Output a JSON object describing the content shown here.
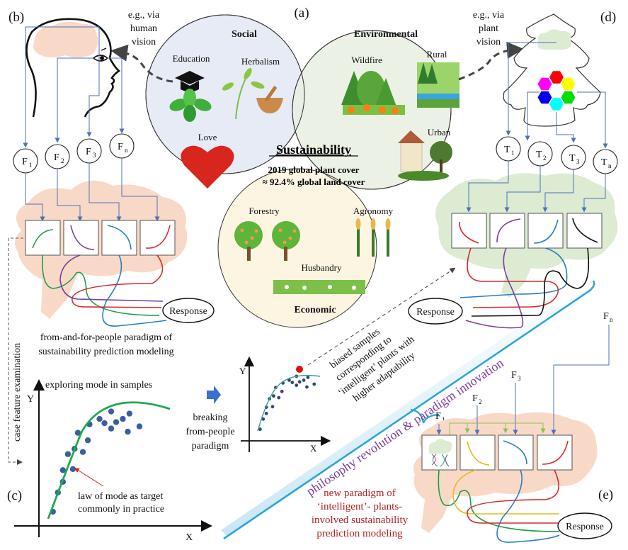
{
  "panels": {
    "a": "(a)",
    "b": "(b)",
    "c": "(c)",
    "d": "(d)",
    "e": "(e)"
  },
  "venn": {
    "social": {
      "title": "Social",
      "items": [
        "Education",
        "Herbalism",
        "Love"
      ],
      "color": "#e6ebf5"
    },
    "environmental": {
      "title": "Environmental",
      "items": [
        "Wildfire",
        "Rural",
        "Urban"
      ],
      "color": "#e8f0e0"
    },
    "economic": {
      "title": "Economic",
      "items": [
        "Forestry",
        "Agronomy",
        "Husbandry"
      ],
      "color": "#fbf3dd"
    },
    "center": {
      "title": "Sustainability",
      "line1": "2019 global plant cover",
      "line2": "≈ 92.4% global land cover"
    }
  },
  "human_vision": {
    "line1": "e.g., via",
    "line2": "human",
    "line3": "vision"
  },
  "plant_vision": {
    "line1": "e.g., via",
    "line2": "plant",
    "line3": "vision"
  },
  "panel_b": {
    "features": [
      {
        "base": "F",
        "sub": "1"
      },
      {
        "base": "F",
        "sub": "2"
      },
      {
        "base": "F",
        "sub": "3"
      },
      {
        "base": "F",
        "sub": "n"
      }
    ],
    "curve_colors": [
      "#1e9e4a",
      "#7b3fa0",
      "#2a7fc0",
      "#d62b2b"
    ],
    "response": "Response",
    "caption_line1": "from-and-for-people paradigm of",
    "caption_line2": "sustainability prediction modeling"
  },
  "panel_d": {
    "traits": [
      {
        "base": "T",
        "sub": "1"
      },
      {
        "base": "T",
        "sub": "2"
      },
      {
        "base": "T",
        "sub": "3"
      },
      {
        "base": "T",
        "sub": "n"
      }
    ],
    "hex_colors": [
      "#ff0000",
      "#ffff00",
      "#00e000",
      "#00ffff",
      "#0000ee",
      "#ff00ff"
    ],
    "curve_colors": [
      "#d62b2b",
      "#7b3fa0",
      "#2a7fc0",
      "#111111"
    ],
    "response": "Response"
  },
  "panel_c": {
    "title": "exploring mode in samples",
    "y_label": "Y",
    "x_label": "X",
    "annotation_line1": "law of mode as target",
    "annotation_line2": "commonly in practice",
    "side_label": "case feature examination"
  },
  "transition": {
    "line1": "breaking",
    "line2": "from-people",
    "line3": "paradigm"
  },
  "biased": {
    "y_label": "Y",
    "x_label": "X",
    "line1": "biased samples",
    "line2": "corresponding to",
    "line3": "‘intelligent’ plants with",
    "line4": "higher adaptability"
  },
  "band_label": "philosophy revolution & paradigm innovation",
  "panel_e": {
    "features": [
      {
        "base": "F",
        "sub": "1"
      },
      {
        "base": "F",
        "sub": "2"
      },
      {
        "base": "F",
        "sub": "3"
      },
      {
        "base": "F",
        "sub": "n"
      }
    ],
    "curve_colors": [
      "#1e9e4a",
      "#e8b920",
      "#2a7fc0",
      "#d62b2b"
    ],
    "response": "Response",
    "caption_line1": "new paradigm of",
    "caption_line2": "‘intelligent’- plants-",
    "caption_line3": "involved sustainability",
    "caption_line4": "prediction modeling"
  },
  "colors": {
    "connector": "#4a72b8",
    "brain": "#f8d9c8",
    "tree_canopy": "#dcebd2",
    "band": "#2aa6d8",
    "sample_dot": "#3a5f9e",
    "fit_line": "#1faa4f",
    "highlight": "#e01010"
  },
  "chart_data": [
    {
      "type": "scatter",
      "title": "exploring mode in samples",
      "xlabel": "X",
      "ylabel": "Y",
      "note": "qualitative sketch, no tick values shown; values in relative units 0-1",
      "points": [
        [
          0.05,
          0.08
        ],
        [
          0.08,
          0.26
        ],
        [
          0.11,
          0.47
        ],
        [
          0.11,
          0.36
        ],
        [
          0.14,
          0.62
        ],
        [
          0.17,
          0.48
        ],
        [
          0.18,
          0.67
        ],
        [
          0.23,
          0.64
        ],
        [
          0.2,
          0.82
        ],
        [
          0.26,
          0.75
        ],
        [
          0.27,
          0.9
        ],
        [
          0.33,
          0.95
        ],
        [
          0.36,
          0.91
        ],
        [
          0.4,
          0.86
        ],
        [
          0.4,
          1.02
        ],
        [
          0.43,
          0.92
        ],
        [
          0.47,
          0.95
        ],
        [
          0.5,
          0.83
        ],
        [
          0.51,
          1.0
        ],
        [
          0.57,
          0.88
        ]
      ],
      "fit": "saturating curve"
    },
    {
      "type": "scatter",
      "title": "",
      "xlabel": "X",
      "ylabel": "Y",
      "note": "same pattern with one highlighted red outlier above the curve",
      "highlighted_point": [
        0.62,
        1.1
      ]
    }
  ]
}
